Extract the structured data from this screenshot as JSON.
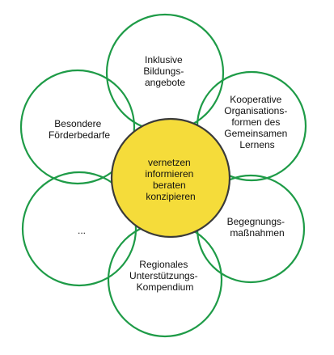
{
  "colors": {
    "petal_stroke": "#1e9b47",
    "hub_fill": "#f5dc3a",
    "hub_stroke": "#3a3a3a",
    "text": "#111111"
  },
  "center": {
    "lines": [
      "vernetzen",
      "informieren",
      "beraten",
      "konzipieren"
    ]
  },
  "petals": [
    {
      "id": "top",
      "lines": [
        "Inklusive",
        "Bildungs-",
        "angebote"
      ]
    },
    {
      "id": "upper-right",
      "lines": [
        "Kooperative",
        "Organisations-",
        "formen des",
        "Gemeinsamen",
        "Lernens"
      ]
    },
    {
      "id": "lower-right",
      "lines": [
        "Begegnungs-",
        "maßnahmen"
      ]
    },
    {
      "id": "bottom",
      "lines": [
        "Regionales",
        "Unterstützungs-",
        "Kompendium"
      ]
    },
    {
      "id": "lower-left",
      "lines": [
        "..."
      ]
    },
    {
      "id": "upper-left",
      "lines": [
        "Besondere",
        "Förderbedarfe"
      ]
    }
  ]
}
